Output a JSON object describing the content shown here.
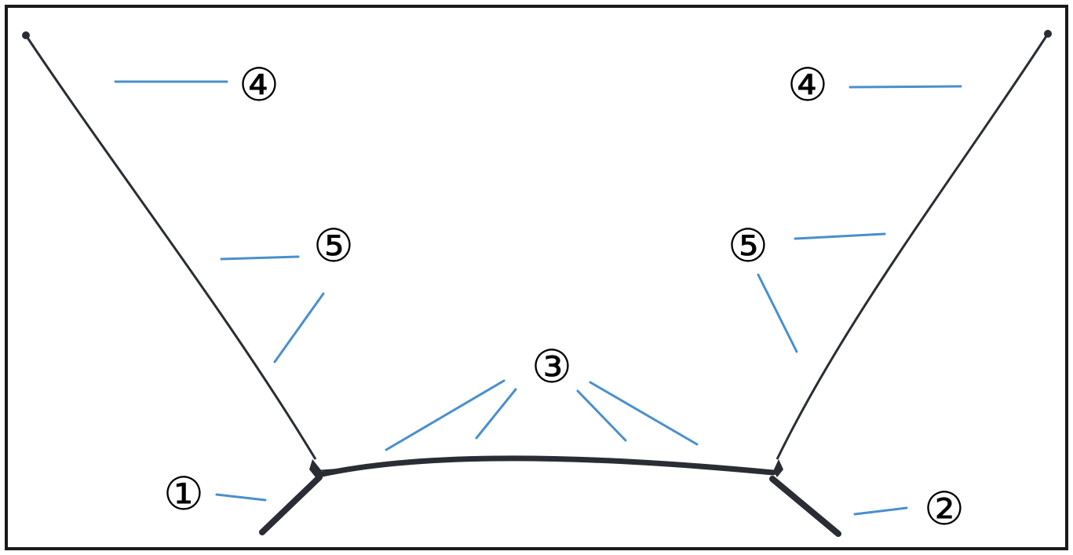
{
  "colors": {
    "frame": "#1a1a1a",
    "structure": "#2a2d33",
    "pointer_line": "#4a8fcc",
    "background": "#ffffff"
  },
  "markers": {
    "m1": "①",
    "m2": "②",
    "m3": "③",
    "m4": "④",
    "m5": "⑤"
  }
}
